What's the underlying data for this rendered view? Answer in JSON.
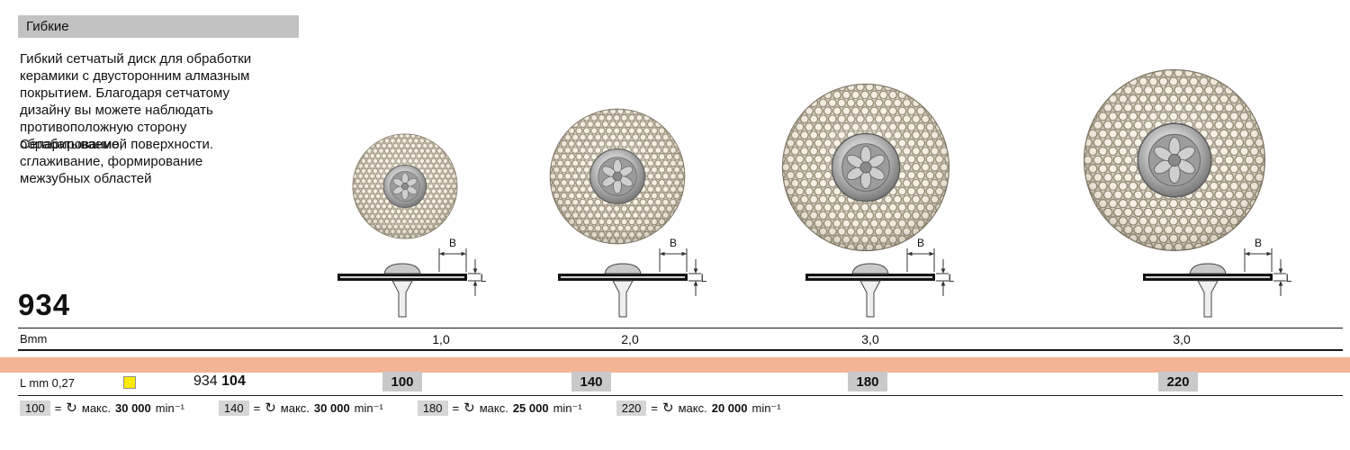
{
  "header": {
    "label": "Гибкие"
  },
  "description": {
    "lines": [
      "Гибкий сетчатый  диск для обработки",
      "керамики с двусторонним алмазным",
      "покрытием. Благодаря сетчатому",
      "дизайну вы можете наблюдать",
      "противоположную сторону"
    ],
    "overlap": {
      "under": "обрабатываемой поверхности.",
      "over": "Сепарирование,"
    },
    "tail": [
      "сглаживание, формирование",
      "межзубных областей"
    ]
  },
  "product_number": "934",
  "table": {
    "b_row_label": "Bmm",
    "b_values": [
      "1,0",
      "2,0",
      "3,0",
      "3,0"
    ],
    "l_row_label": "L mm 0,27",
    "order_prefix": "934 ",
    "order_code": "104",
    "codes": [
      "100",
      "140",
      "180",
      "220"
    ]
  },
  "diagram": {
    "b_label": "B",
    "l_label": "L"
  },
  "legend": {
    "equals": "=",
    "icon": "↻",
    "items": [
      {
        "code": "100",
        "max": "макс.",
        "speed": "30 000",
        "unit": "min⁻¹"
      },
      {
        "code": "140",
        "max": "макс.",
        "speed": "30 000",
        "unit": "min⁻¹"
      },
      {
        "code": "180",
        "max": "макс.",
        "speed": "25 000",
        "unit": "min⁻¹"
      },
      {
        "code": "220",
        "max": "макс.",
        "speed": "20 000",
        "unit": "min⁻¹"
      }
    ]
  },
  "colors": {
    "header_bar": "#c2c2c2",
    "band": "#f4b597",
    "code_box": "#c9c9c9",
    "legend_box": "#d6d6d6",
    "yellow_marker": "#ffeb00"
  }
}
